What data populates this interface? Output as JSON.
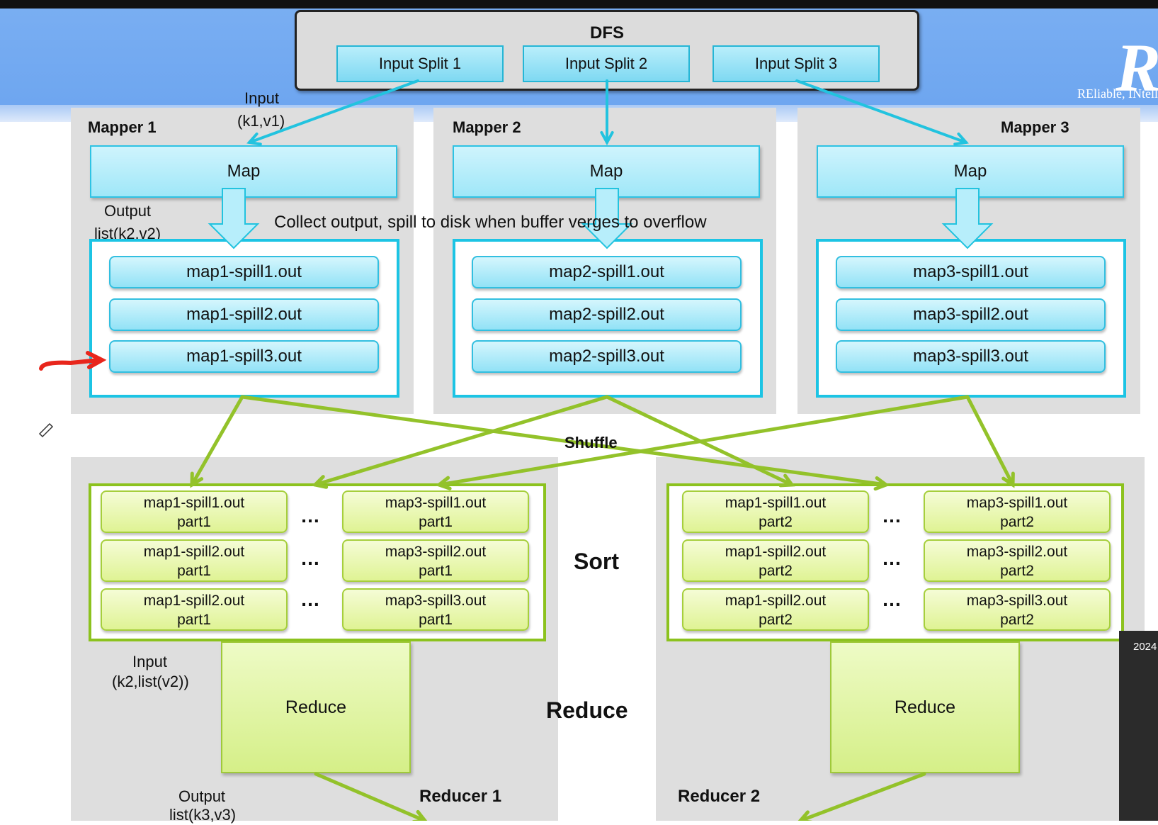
{
  "brand": {
    "tagline": "REliable, INtell"
  },
  "dfs": {
    "title": "DFS",
    "splits": [
      "Input Split 1",
      "Input Split 2",
      "Input Split 3"
    ]
  },
  "mappers": [
    {
      "title": "Mapper 1",
      "map": "Map",
      "spills": [
        "map1-spill1.out",
        "map1-spill2.out",
        "map1-spill3.out"
      ]
    },
    {
      "title": "Mapper 2",
      "map": "Map",
      "spills": [
        "map2-spill1.out",
        "map2-spill2.out",
        "map2-spill3.out"
      ]
    },
    {
      "title": "Mapper 3",
      "map": "Map",
      "spills": [
        "map3-spill1.out",
        "map3-spill2.out",
        "map3-spill3.out"
      ]
    }
  ],
  "labels": {
    "input_l1": "Input",
    "input_l2": "(k1,v1)",
    "output_l1": "Output",
    "output_l2": "list(k2,v2)",
    "collect": "Collect output, spill to disk when buffer verges to overflow",
    "shuffle": "Shuffle",
    "sort": "Sort",
    "reduce_center": "Reduce",
    "rinput_l1": "Input",
    "rinput_l2": "(k2,list(v2))",
    "routput_l1": "Output",
    "routput_l2": "list(k3,v3)",
    "dots": "…",
    "sidebar_year": "2024"
  },
  "reducers": [
    {
      "title": "Reducer 1",
      "reduce": "Reduce",
      "left": [
        [
          "map1-spill1.out",
          "part1"
        ],
        [
          "map1-spill2.out",
          "part1"
        ],
        [
          "map1-spill2.out",
          "part1"
        ]
      ],
      "right": [
        [
          "map3-spill1.out",
          "part1"
        ],
        [
          "map3-spill2.out",
          "part1"
        ],
        [
          "map3-spill3.out",
          "part1"
        ]
      ]
    },
    {
      "title": "Reducer 2",
      "reduce": "Reduce",
      "left": [
        [
          "map1-spill1.out",
          "part2"
        ],
        [
          "map1-spill2.out",
          "part2"
        ],
        [
          "map1-spill2.out",
          "part2"
        ]
      ],
      "right": [
        [
          "map3-spill1.out",
          "part2"
        ],
        [
          "map3-spill2.out",
          "part2"
        ],
        [
          "map3-spill3.out",
          "part2"
        ]
      ]
    }
  ],
  "colors": {
    "map_arrow": "#22c3df",
    "shuffle_arrow": "#93c22a",
    "annotation": "#e8261c"
  }
}
